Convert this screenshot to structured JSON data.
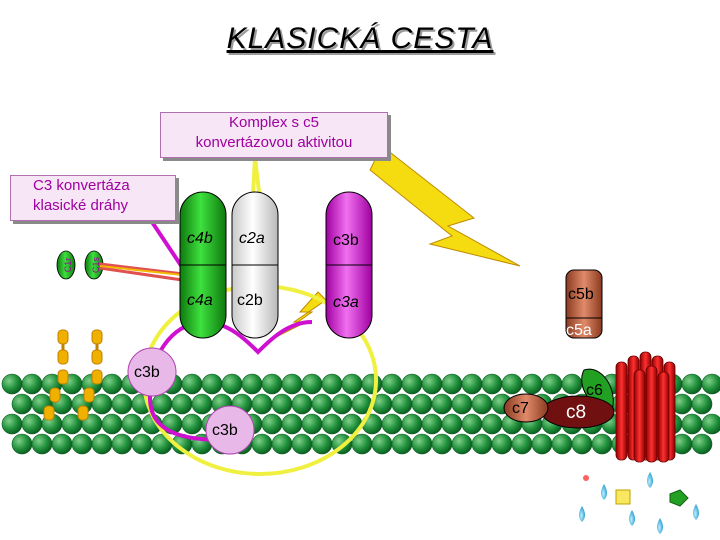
{
  "title": "KLASICKÁ   CESTA",
  "callouts": {
    "complex_line1": "Komplex s c5",
    "complex_line2": "konvertázovou aktivitou",
    "c3conv_line1": "C3 konvertáza",
    "c3conv_line2": "klasické dráhy"
  },
  "labels": {
    "c4b": "c4b",
    "c2a": "c2a",
    "c3b_top": "c3b",
    "c4a": "c4a",
    "c2b": "c2b",
    "c3a": "c3a",
    "c5b": "c5b",
    "c5a": "c5a",
    "c3b_left": "c3b",
    "c3b_bottom": "c3b",
    "c6": "c6",
    "c7": "c7",
    "c8": "c8",
    "c1r": "C1r",
    "c1s": "C1s"
  },
  "colors": {
    "membrane": "#1f8f3a",
    "magenta": "#d010d0",
    "yellow": "#f0f040",
    "green": "#22c022",
    "complement_brown": "#c06848",
    "c8_fill": "#701010"
  }
}
